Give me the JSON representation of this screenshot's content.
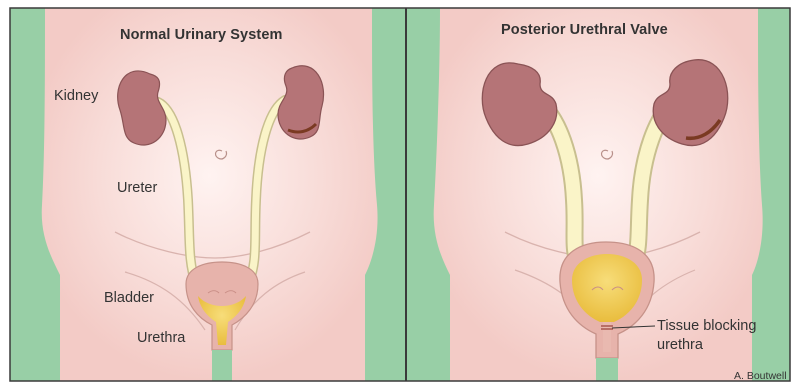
{
  "panels": [
    {
      "title": "Normal Urinary System",
      "labels": {
        "kidney": "Kidney",
        "ureter": "Ureter",
        "bladder": "Bladder",
        "urethra": "Urethra"
      }
    },
    {
      "title": "Posterior Urethral Valve",
      "labels": {
        "blockage_line1": "Tissue blocking",
        "blockage_line2": "urethra"
      }
    }
  ],
  "credit": "A. Boutwell",
  "colors": {
    "background_green": "#98cfa6",
    "body_skin": "#f6d3cf",
    "kidney": "#b57477",
    "kidney_dark": "#8c4a3a",
    "ureter": "#faf4c8",
    "bladder_wall": "#e7b3ab",
    "urine": "#f2cf5b",
    "panel_border": "#3a3a3a"
  },
  "icons": [
    "navel-icon"
  ]
}
